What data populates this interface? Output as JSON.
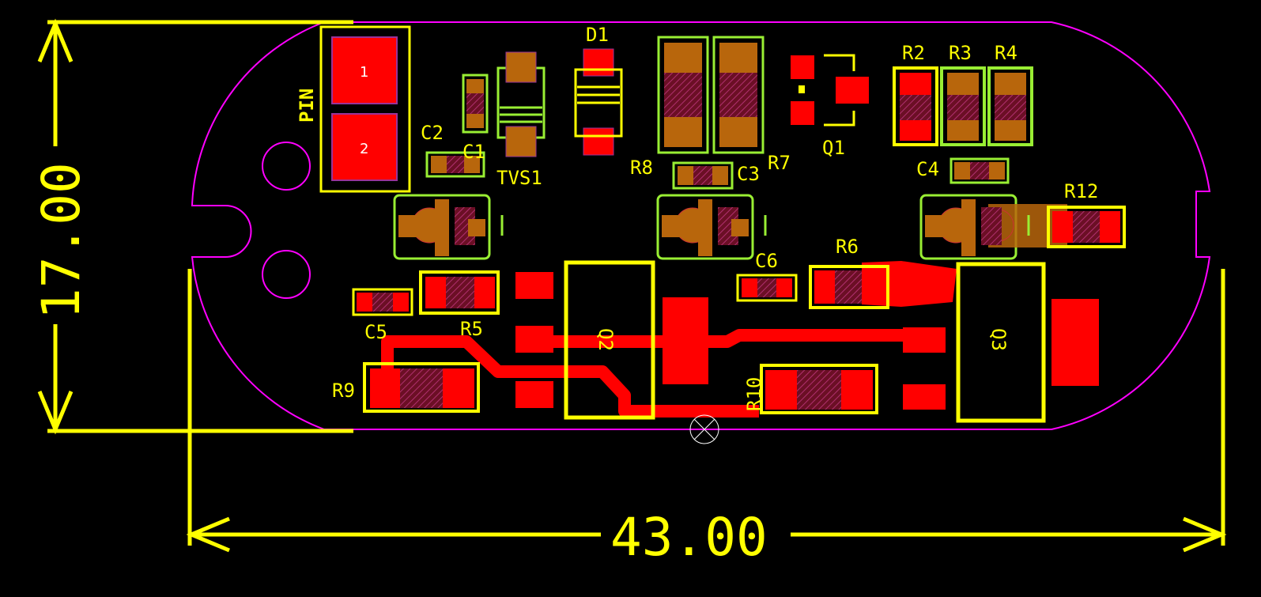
{
  "board": {
    "width_label": "43.00",
    "height_label": "17.00",
    "pin_label": "PIN",
    "pin_numbers": [
      "1",
      "2"
    ]
  },
  "designators": {
    "D1": "D1",
    "R2": "R2",
    "R3": "R3",
    "R4": "R4",
    "C2": "C2",
    "C1": "C1",
    "TVS1": "TVS1",
    "R8": "R8",
    "C3": "C3",
    "R7": "R7",
    "Q1": "Q1",
    "C4": "C4",
    "R12": "R12",
    "C6": "C6",
    "R6": "R6",
    "C5": "C5",
    "R5": "R5",
    "R9": "R9",
    "R10": "R10",
    "Q2": "Q2",
    "Q3": "Q3"
  },
  "colors": {
    "background": "#000000",
    "outline": "#ff00ff",
    "silkscreen": "#ffff00",
    "copper_top": "#ff0000",
    "body_fill": "#b8660c",
    "courtyard": "#99ee33",
    "via_outline": "#ffffff"
  }
}
